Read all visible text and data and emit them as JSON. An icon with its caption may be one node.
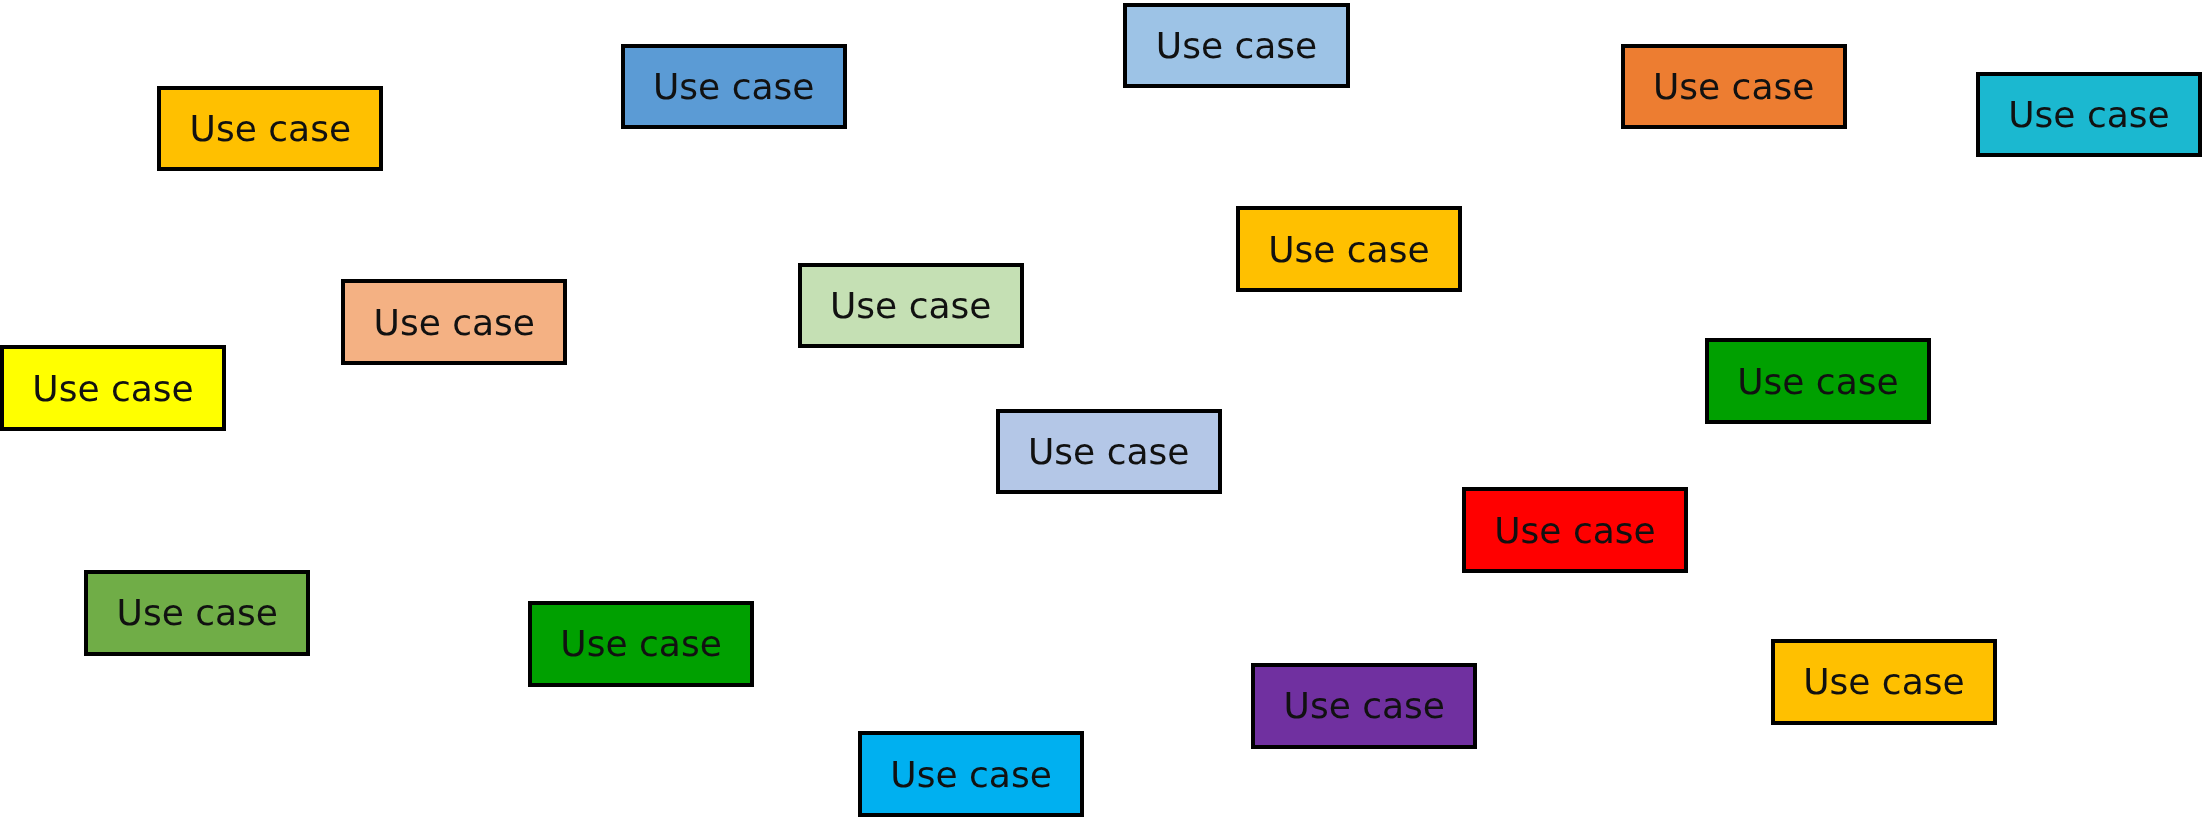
{
  "diagram": {
    "nodes": [
      {
        "text": [
          "Use case"
        ]
      },
      {
        "text": [
          "Use case"
        ]
      },
      {
        "text": [
          "Use case"
        ]
      },
      {
        "text": [
          "Use case"
        ]
      },
      {
        "text": [
          "Use case"
        ]
      },
      {
        "text": [
          "Use case"
        ]
      },
      {
        "text": [
          "Use case"
        ]
      },
      {
        "text": [
          "Use case"
        ]
      },
      {
        "text": [
          "Use case"
        ]
      },
      {
        "text": [
          "Use case"
        ]
      },
      {
        "text": [
          "Use case"
        ]
      },
      {
        "text": [
          "Use case"
        ]
      },
      {
        "text": [
          "Use case"
        ]
      },
      {
        "text": [
          "Use case"
        ]
      },
      {
        "text": [
          "Use case"
        ]
      },
      {
        "text": [
          "Use case"
        ]
      },
      {
        "text": [
          "Use case"
        ]
      }
    ]
  }
}
